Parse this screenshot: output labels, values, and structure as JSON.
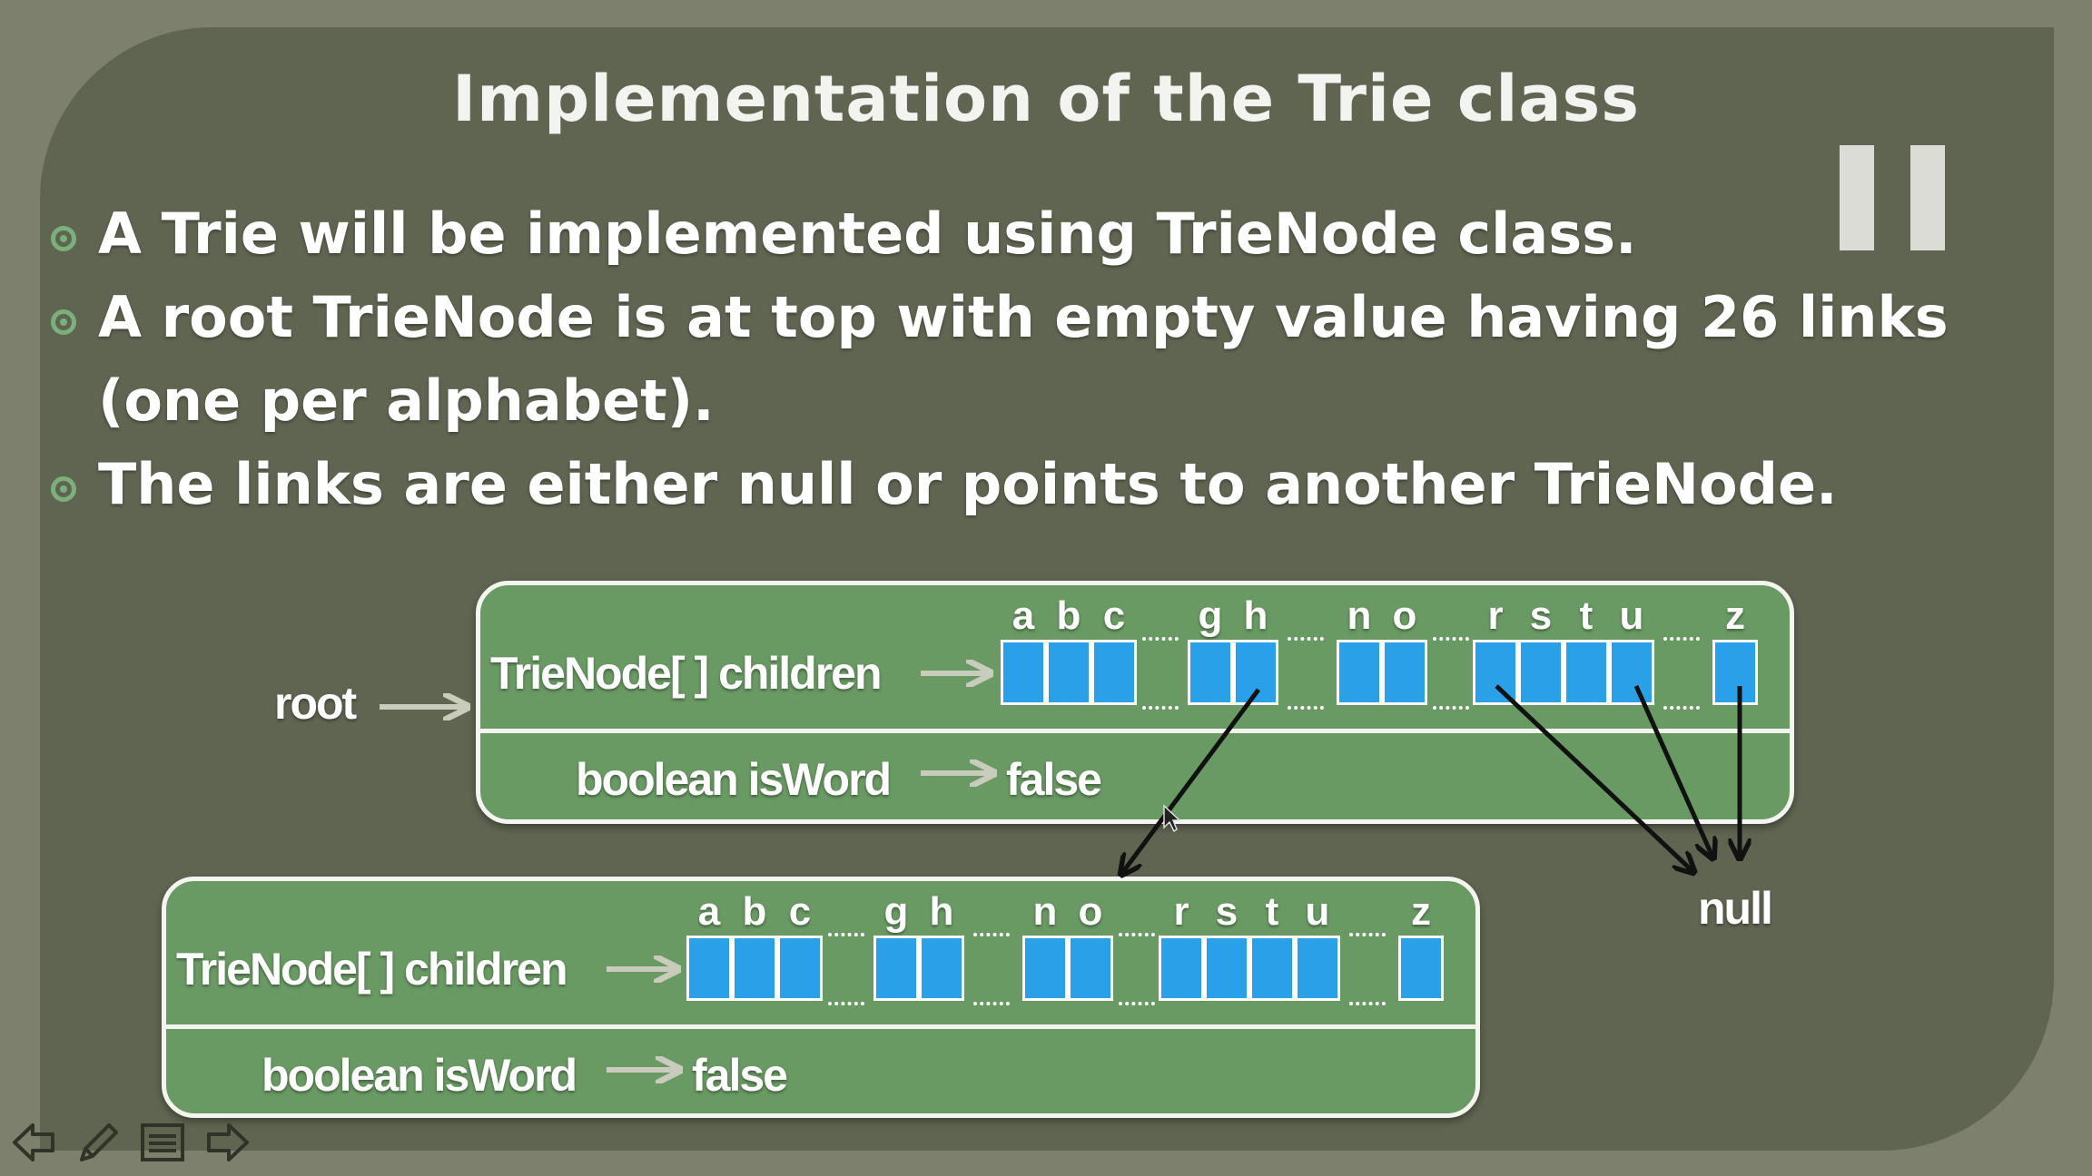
{
  "slide": {
    "title": "Implementation of the Trie class",
    "bullets": [
      "A Trie will be implemented using TrieNode class.",
      "A root TrieNode is at top with empty value having 26 links (one per alphabet).",
      "The links are either null or points to another TrieNode."
    ]
  },
  "diagram": {
    "root_label": "root",
    "null_label": "null",
    "nodes": [
      {
        "children_label": "TrieNode[ ] children",
        "isword_label": "boolean isWord",
        "isword_value": "false"
      },
      {
        "children_label": "TrieNode[ ] children",
        "isword_label": "boolean isWord",
        "isword_value": "false"
      }
    ],
    "letters": [
      "a",
      "b",
      "c",
      "g",
      "h",
      "n",
      "o",
      "r",
      "s",
      "t",
      "u",
      "z"
    ]
  },
  "colors": {
    "background": "#5f6551",
    "node_fill": "#6a9a64",
    "cell": "#2aa0e8",
    "bullet": "#7ab07a"
  },
  "controls": {
    "icons": [
      "prev-arrow-icon",
      "pen-icon",
      "menu-icon",
      "next-arrow-icon"
    ]
  }
}
